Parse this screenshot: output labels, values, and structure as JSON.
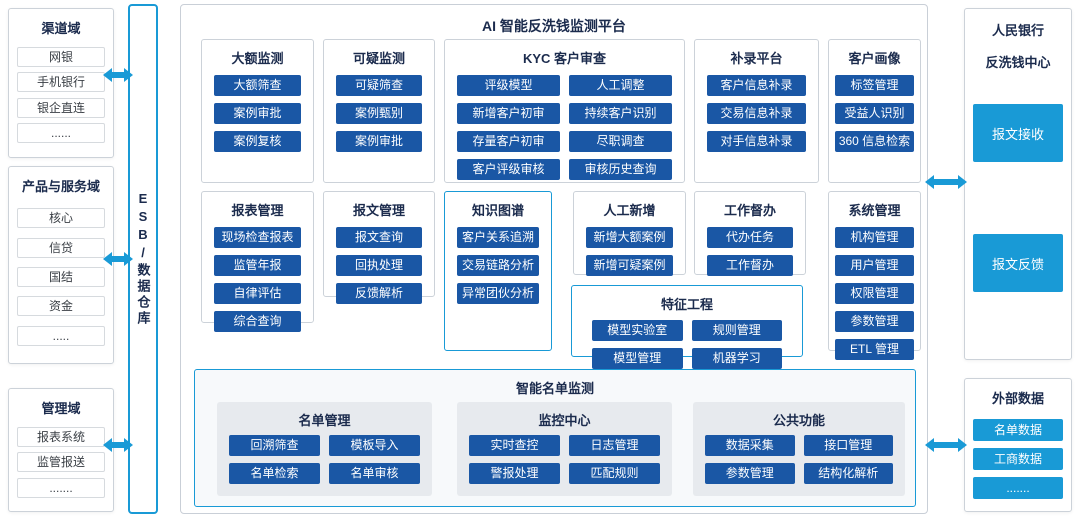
{
  "colors": {
    "accent_bright": "#199AD6",
    "button_navy": "#1A57A5",
    "title_navy": "#1B2B4D"
  },
  "left_groups": [
    {
      "title": "渠道域",
      "items": [
        "网银",
        "手机银行",
        "银企直连",
        "......"
      ]
    },
    {
      "title": "产品与服务域",
      "items": [
        "核心",
        "信贷",
        "国结",
        "资金",
        "....."
      ]
    },
    {
      "title": "管理域",
      "items": [
        "报表系统",
        "监管报送",
        "......."
      ]
    }
  ],
  "esb_label": "ESB/数据仓库",
  "platform_title": "AI 智能反洗钱监测平台",
  "modules": [
    {
      "title": "大额监测",
      "buttons": [
        "大额筛查",
        "案例审批",
        "案例复核"
      ]
    },
    {
      "title": "可疑监测",
      "buttons": [
        "可疑筛查",
        "案例甄别",
        "案例审批"
      ]
    },
    {
      "title": "KYC 客户审查",
      "buttons": [
        "评级模型",
        "人工调整",
        "新增客户初审",
        "持续客户识别",
        "存量客户初审",
        "尽职调查",
        "客户评级审核",
        "审核历史查询"
      ]
    },
    {
      "title": "补录平台",
      "buttons": [
        "客户信息补录",
        "交易信息补录",
        "对手信息补录"
      ]
    },
    {
      "title": "客户画像",
      "buttons": [
        "标签管理",
        "受益人识别",
        "360 信息检索"
      ]
    },
    {
      "title": "报表管理",
      "buttons": [
        "现场检查报表",
        "监管年报",
        "自律评估",
        "综合查询"
      ]
    },
    {
      "title": "报文管理",
      "buttons": [
        "报文查询",
        "回执处理",
        "反馈解析"
      ]
    },
    {
      "title": "知识图谱",
      "buttons": [
        "客户关系追溯",
        "交易链路分析",
        "异常团伙分析"
      ]
    },
    {
      "title": "人工新增",
      "buttons": [
        "新增大额案例",
        "新增可疑案例"
      ]
    },
    {
      "title": "工作督办",
      "buttons": [
        "代办任务",
        "工作督办"
      ]
    },
    {
      "title": "系统管理",
      "buttons": [
        "机构管理",
        "用户管理",
        "权限管理",
        "参数管理",
        "ETL 管理"
      ]
    },
    {
      "title": "特征工程",
      "buttons": [
        "模型实验室",
        "规则管理",
        "模型管理",
        "机器学习"
      ]
    }
  ],
  "list_monitoring": {
    "title": "智能名单监测",
    "groups": [
      {
        "title": "名单管理",
        "buttons": [
          "回溯筛查",
          "模板导入",
          "名单检索",
          "名单审核"
        ]
      },
      {
        "title": "监控中心",
        "buttons": [
          "实时查控",
          "日志管理",
          "警报处理",
          "匹配规则"
        ]
      },
      {
        "title": "公共功能",
        "buttons": [
          "数据采集",
          "接口管理",
          "参数管理",
          "结构化解析"
        ]
      }
    ]
  },
  "right": {
    "pboc": {
      "title_lines": [
        "人民银行",
        "反洗钱中心"
      ],
      "buttons": [
        "报文接收",
        "报文反馈"
      ]
    },
    "external": {
      "title": "外部数据",
      "buttons": [
        "名单数据",
        "工商数据",
        "......."
      ]
    }
  }
}
